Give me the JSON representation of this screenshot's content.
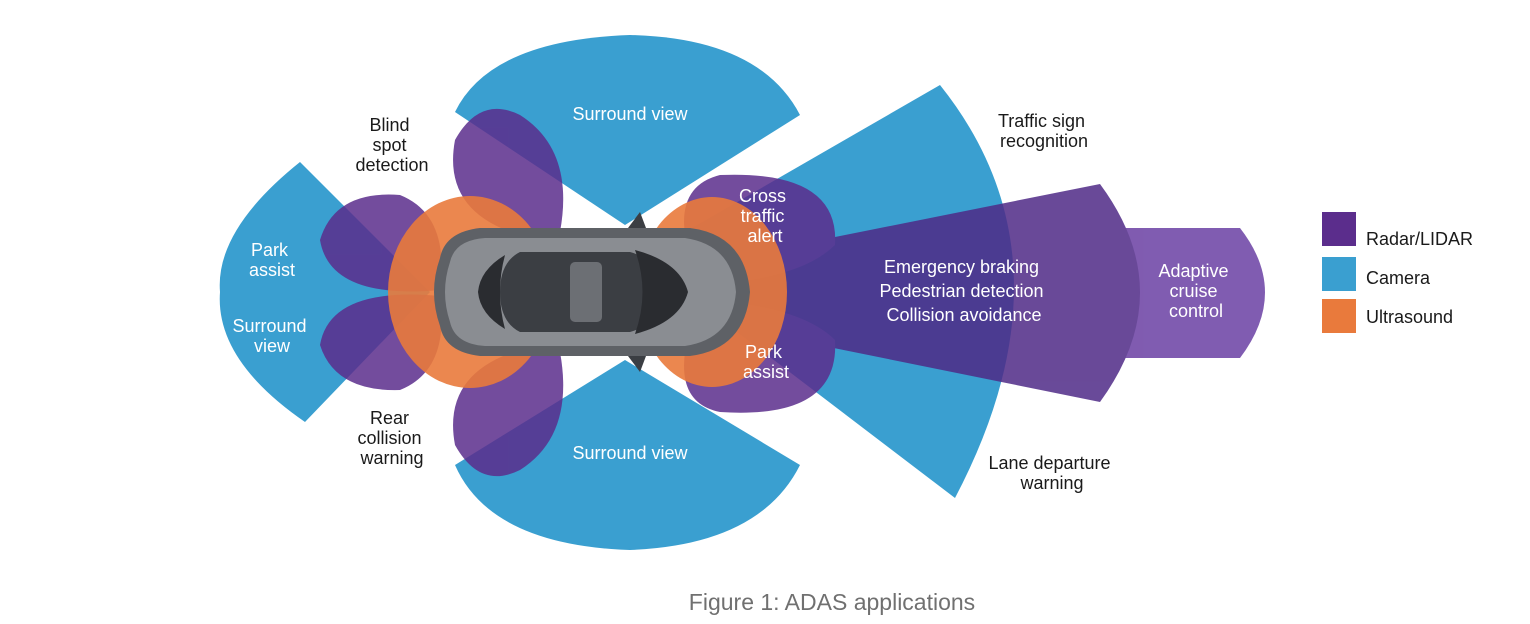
{
  "colors": {
    "radar": "#5b2d8c",
    "camera": "#3a9fd0",
    "ultrasound": "#e97a3c",
    "label_dark": "#1a1a1a",
    "label_light": "#ffffff",
    "caption": "#707070"
  },
  "zones": {
    "surround_view_top": "Surround view",
    "surround_view_bottom": "Surround view",
    "blind_spot": [
      "Blind",
      "spot",
      "detection"
    ],
    "park_assist_rear": [
      "Park",
      "assist"
    ],
    "surround_view_rear": [
      "Surround",
      "view"
    ],
    "rear_collision": [
      "Rear",
      "collision",
      "warning"
    ],
    "cross_traffic": [
      "Cross",
      "traffic",
      "alert"
    ],
    "park_assist_front": [
      "Park",
      "assist"
    ],
    "traffic_sign": [
      "Traffic sign",
      "recognition"
    ],
    "lane_departure": [
      "Lane departure",
      "warning"
    ],
    "front_center": [
      "Emergency braking",
      "Pedestrian detection",
      "Collision avoidance"
    ],
    "adaptive_cruise": [
      "Adaptive",
      "cruise",
      "control"
    ]
  },
  "legend": [
    {
      "label": "Radar/LIDAR",
      "color": "#5b2d8c"
    },
    {
      "label": "Camera",
      "color": "#3a9fd0"
    },
    {
      "label": "Ultrasound",
      "color": "#e97a3c"
    }
  ],
  "caption": "Figure 1: ADAS applications"
}
